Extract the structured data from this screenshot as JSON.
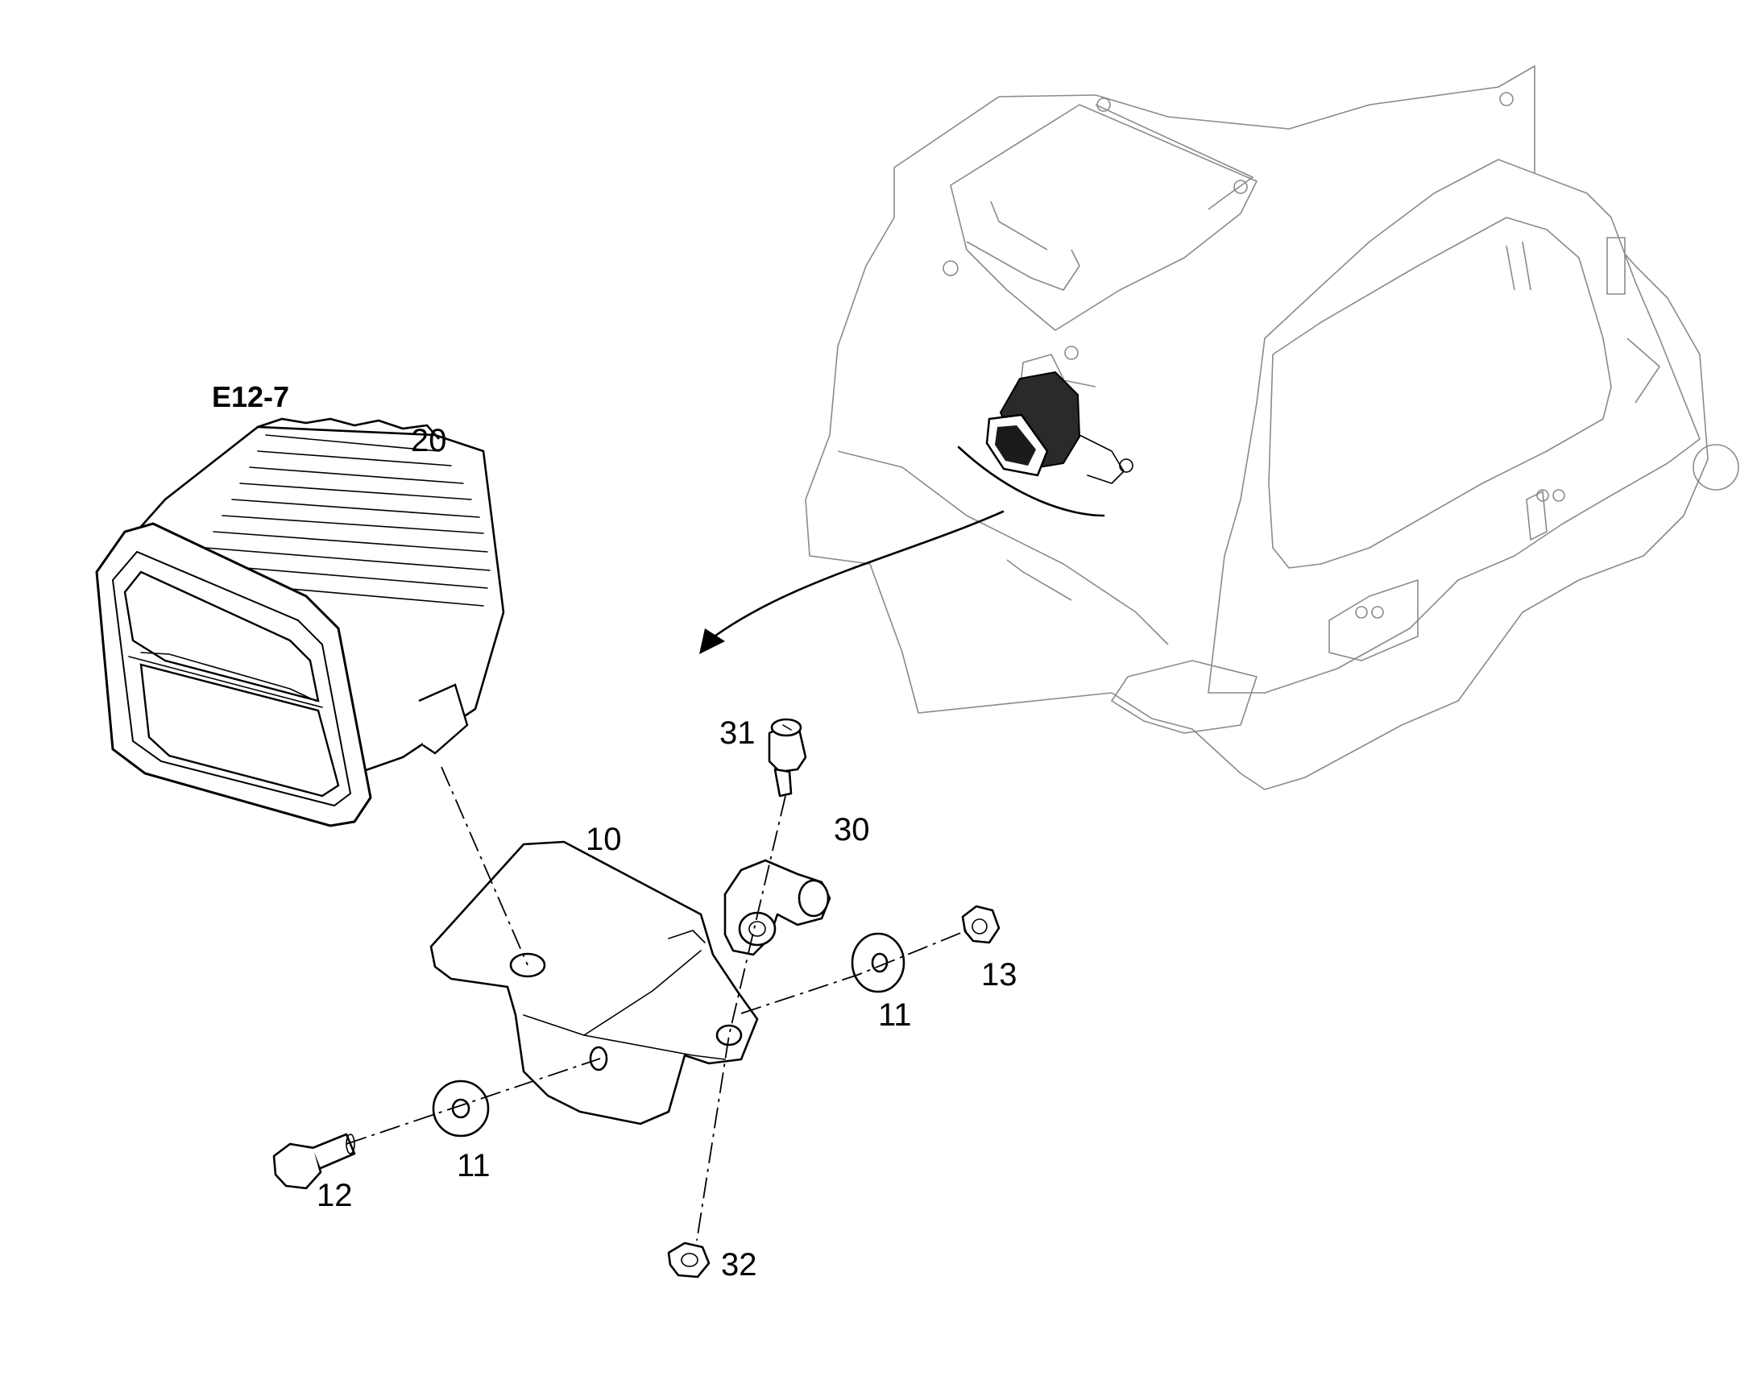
{
  "heading": "E12-7",
  "callouts": {
    "c20": "20",
    "c31": "31",
    "c30": "30",
    "c10": "10",
    "c13": "13",
    "c11a": "11",
    "c11b": "11",
    "c12": "12",
    "c32": "32"
  },
  "colors": {
    "line": "#000000",
    "context": "#8a8a8a",
    "background": "#ffffff"
  }
}
